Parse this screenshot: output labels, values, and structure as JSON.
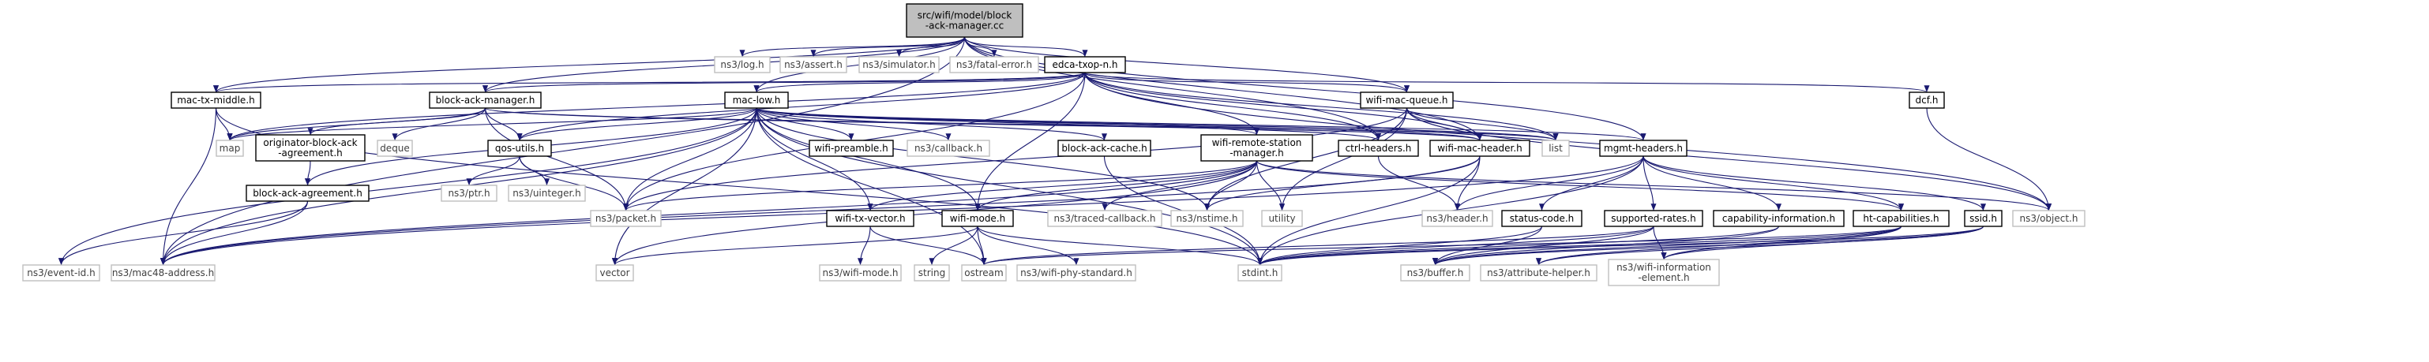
{
  "colors": {
    "edge": "#191970",
    "root_fill": "#bfbfbf",
    "doc_border": "#000000",
    "ext_border": "#bfbfbf"
  },
  "nodes": [
    {
      "id": "root",
      "lines": [
        "src/wifi/model/block",
        "-ack-manager.cc"
      ],
      "kind": "root"
    },
    {
      "id": "log",
      "lines": [
        "ns3/log.h"
      ],
      "kind": "ext"
    },
    {
      "id": "assert",
      "lines": [
        "ns3/assert.h"
      ],
      "kind": "ext"
    },
    {
      "id": "simulator",
      "lines": [
        "ns3/simulator.h"
      ],
      "kind": "ext"
    },
    {
      "id": "fatal",
      "lines": [
        "ns3/fatal-error.h"
      ],
      "kind": "ext"
    },
    {
      "id": "edca",
      "lines": [
        "edca-txop-n.h"
      ],
      "kind": "doc"
    },
    {
      "id": "dcf",
      "lines": [
        "dcf.h"
      ],
      "kind": "doc"
    },
    {
      "id": "wmq",
      "lines": [
        "wifi-mac-queue.h"
      ],
      "kind": "doc"
    },
    {
      "id": "mtm",
      "lines": [
        "mac-tx-middle.h"
      ],
      "kind": "doc"
    },
    {
      "id": "bam",
      "lines": [
        "block-ack-manager.h"
      ],
      "kind": "doc"
    },
    {
      "id": "maclow",
      "lines": [
        "mac-low.h"
      ],
      "kind": "doc"
    },
    {
      "id": "map",
      "lines": [
        "map"
      ],
      "kind": "ext"
    },
    {
      "id": "oba",
      "lines": [
        "originator-block-ack",
        "-agreement.h"
      ],
      "kind": "doc"
    },
    {
      "id": "deque",
      "lines": [
        "deque"
      ],
      "kind": "ext"
    },
    {
      "id": "qos",
      "lines": [
        "qos-utils.h"
      ],
      "kind": "doc"
    },
    {
      "id": "preamble",
      "lines": [
        "wifi-preamble.h"
      ],
      "kind": "doc"
    },
    {
      "id": "callback",
      "lines": [
        "ns3/callback.h"
      ],
      "kind": "ext"
    },
    {
      "id": "bac",
      "lines": [
        "block-ack-cache.h"
      ],
      "kind": "doc"
    },
    {
      "id": "wrsm",
      "lines": [
        "wifi-remote-station",
        "-manager.h"
      ],
      "kind": "doc"
    },
    {
      "id": "ctrl",
      "lines": [
        "ctrl-headers.h"
      ],
      "kind": "doc"
    },
    {
      "id": "wmh",
      "lines": [
        "wifi-mac-header.h"
      ],
      "kind": "doc"
    },
    {
      "id": "list",
      "lines": [
        "list"
      ],
      "kind": "ext"
    },
    {
      "id": "mgt",
      "lines": [
        "mgmt-headers.h"
      ],
      "kind": "doc"
    },
    {
      "id": "baa",
      "lines": [
        "block-ack-agreement.h"
      ],
      "kind": "doc"
    },
    {
      "id": "ptr",
      "lines": [
        "ns3/ptr.h"
      ],
      "kind": "ext"
    },
    {
      "id": "uinteger",
      "lines": [
        "ns3/uinteger.h"
      ],
      "kind": "ext"
    },
    {
      "id": "packet",
      "lines": [
        "ns3/packet.h"
      ],
      "kind": "ext"
    },
    {
      "id": "wtv",
      "lines": [
        "wifi-tx-vector.h"
      ],
      "kind": "doc"
    },
    {
      "id": "wmode",
      "lines": [
        "wifi-mode.h"
      ],
      "kind": "doc"
    },
    {
      "id": "traced",
      "lines": [
        "ns3/traced-callback.h"
      ],
      "kind": "ext"
    },
    {
      "id": "nstime",
      "lines": [
        "ns3/nstime.h"
      ],
      "kind": "ext"
    },
    {
      "id": "utility",
      "lines": [
        "utility"
      ],
      "kind": "ext"
    },
    {
      "id": "header",
      "lines": [
        "ns3/header.h"
      ],
      "kind": "ext"
    },
    {
      "id": "status",
      "lines": [
        "status-code.h"
      ],
      "kind": "doc"
    },
    {
      "id": "supp",
      "lines": [
        "supported-rates.h"
      ],
      "kind": "doc"
    },
    {
      "id": "capinfo",
      "lines": [
        "capability-information.h"
      ],
      "kind": "doc"
    },
    {
      "id": "htcap",
      "lines": [
        "ht-capabilities.h"
      ],
      "kind": "doc"
    },
    {
      "id": "ssid",
      "lines": [
        "ssid.h"
      ],
      "kind": "doc"
    },
    {
      "id": "object",
      "lines": [
        "ns3/object.h"
      ],
      "kind": "ext"
    },
    {
      "id": "eventid",
      "lines": [
        "ns3/event-id.h"
      ],
      "kind": "ext"
    },
    {
      "id": "mac48",
      "lines": [
        "ns3/mac48-address.h"
      ],
      "kind": "ext"
    },
    {
      "id": "vector",
      "lines": [
        "vector"
      ],
      "kind": "ext"
    },
    {
      "id": "wifimodeh",
      "lines": [
        "ns3/wifi-mode.h"
      ],
      "kind": "ext"
    },
    {
      "id": "string",
      "lines": [
        "string"
      ],
      "kind": "ext"
    },
    {
      "id": "ostream",
      "lines": [
        "ostream"
      ],
      "kind": "ext"
    },
    {
      "id": "wps",
      "lines": [
        "ns3/wifi-phy-standard.h"
      ],
      "kind": "ext"
    },
    {
      "id": "stdint",
      "lines": [
        "stdint.h"
      ],
      "kind": "ext"
    },
    {
      "id": "buffer",
      "lines": [
        "ns3/buffer.h"
      ],
      "kind": "ext"
    },
    {
      "id": "attr",
      "lines": [
        "ns3/attribute-helper.h"
      ],
      "kind": "ext"
    },
    {
      "id": "wie",
      "lines": [
        "ns3/wifi-information",
        "-element.h"
      ],
      "kind": "ext"
    }
  ],
  "edges": [
    [
      "root",
      "log"
    ],
    [
      "root",
      "assert"
    ],
    [
      "root",
      "simulator"
    ],
    [
      "root",
      "fatal"
    ],
    [
      "root",
      "edca"
    ],
    [
      "root",
      "wmq"
    ],
    [
      "root",
      "bam"
    ],
    [
      "root",
      "maclow"
    ],
    [
      "root",
      "mtm"
    ],
    [
      "root",
      "mgt"
    ],
    [
      "root",
      "ctrl"
    ],
    [
      "root",
      "wmh"
    ],
    [
      "root",
      "mac48"
    ],
    [
      "edca",
      "dcf"
    ],
    [
      "edca",
      "wmq"
    ],
    [
      "edca",
      "mtm"
    ],
    [
      "edca",
      "bam"
    ],
    [
      "edca",
      "maclow"
    ],
    [
      "edca",
      "map"
    ],
    [
      "edca",
      "list"
    ],
    [
      "edca",
      "ctrl"
    ],
    [
      "edca",
      "wmh"
    ],
    [
      "edca",
      "wrsm"
    ],
    [
      "edca",
      "object"
    ],
    [
      "edca",
      "packet"
    ],
    [
      "edca",
      "qos"
    ],
    [
      "edca",
      "wmode"
    ],
    [
      "dcf",
      "object"
    ],
    [
      "wmq",
      "list"
    ],
    [
      "wmq",
      "wmh"
    ],
    [
      "wmq",
      "packet"
    ],
    [
      "wmq",
      "nstime"
    ],
    [
      "wmq",
      "utility"
    ],
    [
      "wmq",
      "object"
    ],
    [
      "mtm",
      "map"
    ],
    [
      "mtm",
      "mac48"
    ],
    [
      "mtm",
      "stdint"
    ],
    [
      "bam",
      "map"
    ],
    [
      "bam",
      "list"
    ],
    [
      "bam",
      "deque"
    ],
    [
      "bam",
      "oba"
    ],
    [
      "bam",
      "packet"
    ],
    [
      "bam",
      "qos"
    ],
    [
      "bam",
      "wmh"
    ],
    [
      "maclow",
      "wmh"
    ],
    [
      "maclow",
      "wmode"
    ],
    [
      "maclow",
      "wtv"
    ],
    [
      "maclow",
      "preamble"
    ],
    [
      "maclow",
      "callback"
    ],
    [
      "maclow",
      "bac"
    ],
    [
      "maclow",
      "wrsm"
    ],
    [
      "maclow",
      "ctrl"
    ],
    [
      "maclow",
      "mgt"
    ],
    [
      "maclow",
      "qos"
    ],
    [
      "maclow",
      "packet"
    ],
    [
      "maclow",
      "nstime"
    ],
    [
      "maclow",
      "map"
    ],
    [
      "maclow",
      "list"
    ],
    [
      "maclow",
      "vector"
    ],
    [
      "maclow",
      "mac48"
    ],
    [
      "maclow",
      "eventid"
    ],
    [
      "maclow",
      "baa"
    ],
    [
      "maclow",
      "ostream"
    ],
    [
      "maclow",
      "stdint"
    ],
    [
      "oba",
      "baa"
    ],
    [
      "baa",
      "mac48"
    ],
    [
      "baa",
      "eventid"
    ],
    [
      "qos",
      "ptr"
    ],
    [
      "qos",
      "uinteger"
    ],
    [
      "qos",
      "packet"
    ],
    [
      "bac",
      "stdint"
    ],
    [
      "wrsm",
      "wtv"
    ],
    [
      "wrsm",
      "wmode"
    ],
    [
      "wrsm",
      "traced"
    ],
    [
      "wrsm",
      "nstime"
    ],
    [
      "wrsm",
      "utility"
    ],
    [
      "wrsm",
      "packet"
    ],
    [
      "wrsm",
      "mac48"
    ],
    [
      "wrsm",
      "vector"
    ],
    [
      "wrsm",
      "object"
    ],
    [
      "wrsm",
      "htcap"
    ],
    [
      "ctrl",
      "header"
    ],
    [
      "wmh",
      "header"
    ],
    [
      "wmh",
      "nstime"
    ],
    [
      "wmh",
      "stdint"
    ],
    [
      "wmh",
      "mac48"
    ],
    [
      "mgt",
      "header"
    ],
    [
      "mgt",
      "status"
    ],
    [
      "mgt",
      "supp"
    ],
    [
      "mgt",
      "capinfo"
    ],
    [
      "mgt",
      "htcap"
    ],
    [
      "mgt",
      "ssid"
    ],
    [
      "mgt",
      "stdint"
    ],
    [
      "mgt",
      "mac48"
    ],
    [
      "wtv",
      "wifimodeh"
    ],
    [
      "wtv",
      "ostream"
    ],
    [
      "wmode",
      "string"
    ],
    [
      "wmode",
      "vector"
    ],
    [
      "wmode",
      "ostream"
    ],
    [
      "wmode",
      "wps"
    ],
    [
      "wmode",
      "stdint"
    ],
    [
      "status",
      "stdint"
    ],
    [
      "status",
      "buffer"
    ],
    [
      "supp",
      "buffer"
    ],
    [
      "supp",
      "stdint"
    ],
    [
      "supp",
      "wie"
    ],
    [
      "supp",
      "ostream"
    ],
    [
      "capinfo",
      "buffer"
    ],
    [
      "capinfo",
      "stdint"
    ],
    [
      "htcap",
      "buffer"
    ],
    [
      "htcap",
      "attr"
    ],
    [
      "htcap",
      "stdint"
    ],
    [
      "htcap",
      "wie"
    ],
    [
      "htcap",
      "ostream"
    ],
    [
      "ssid",
      "buffer"
    ],
    [
      "ssid",
      "attr"
    ],
    [
      "ssid",
      "stdint"
    ],
    [
      "ssid",
      "wie"
    ]
  ]
}
